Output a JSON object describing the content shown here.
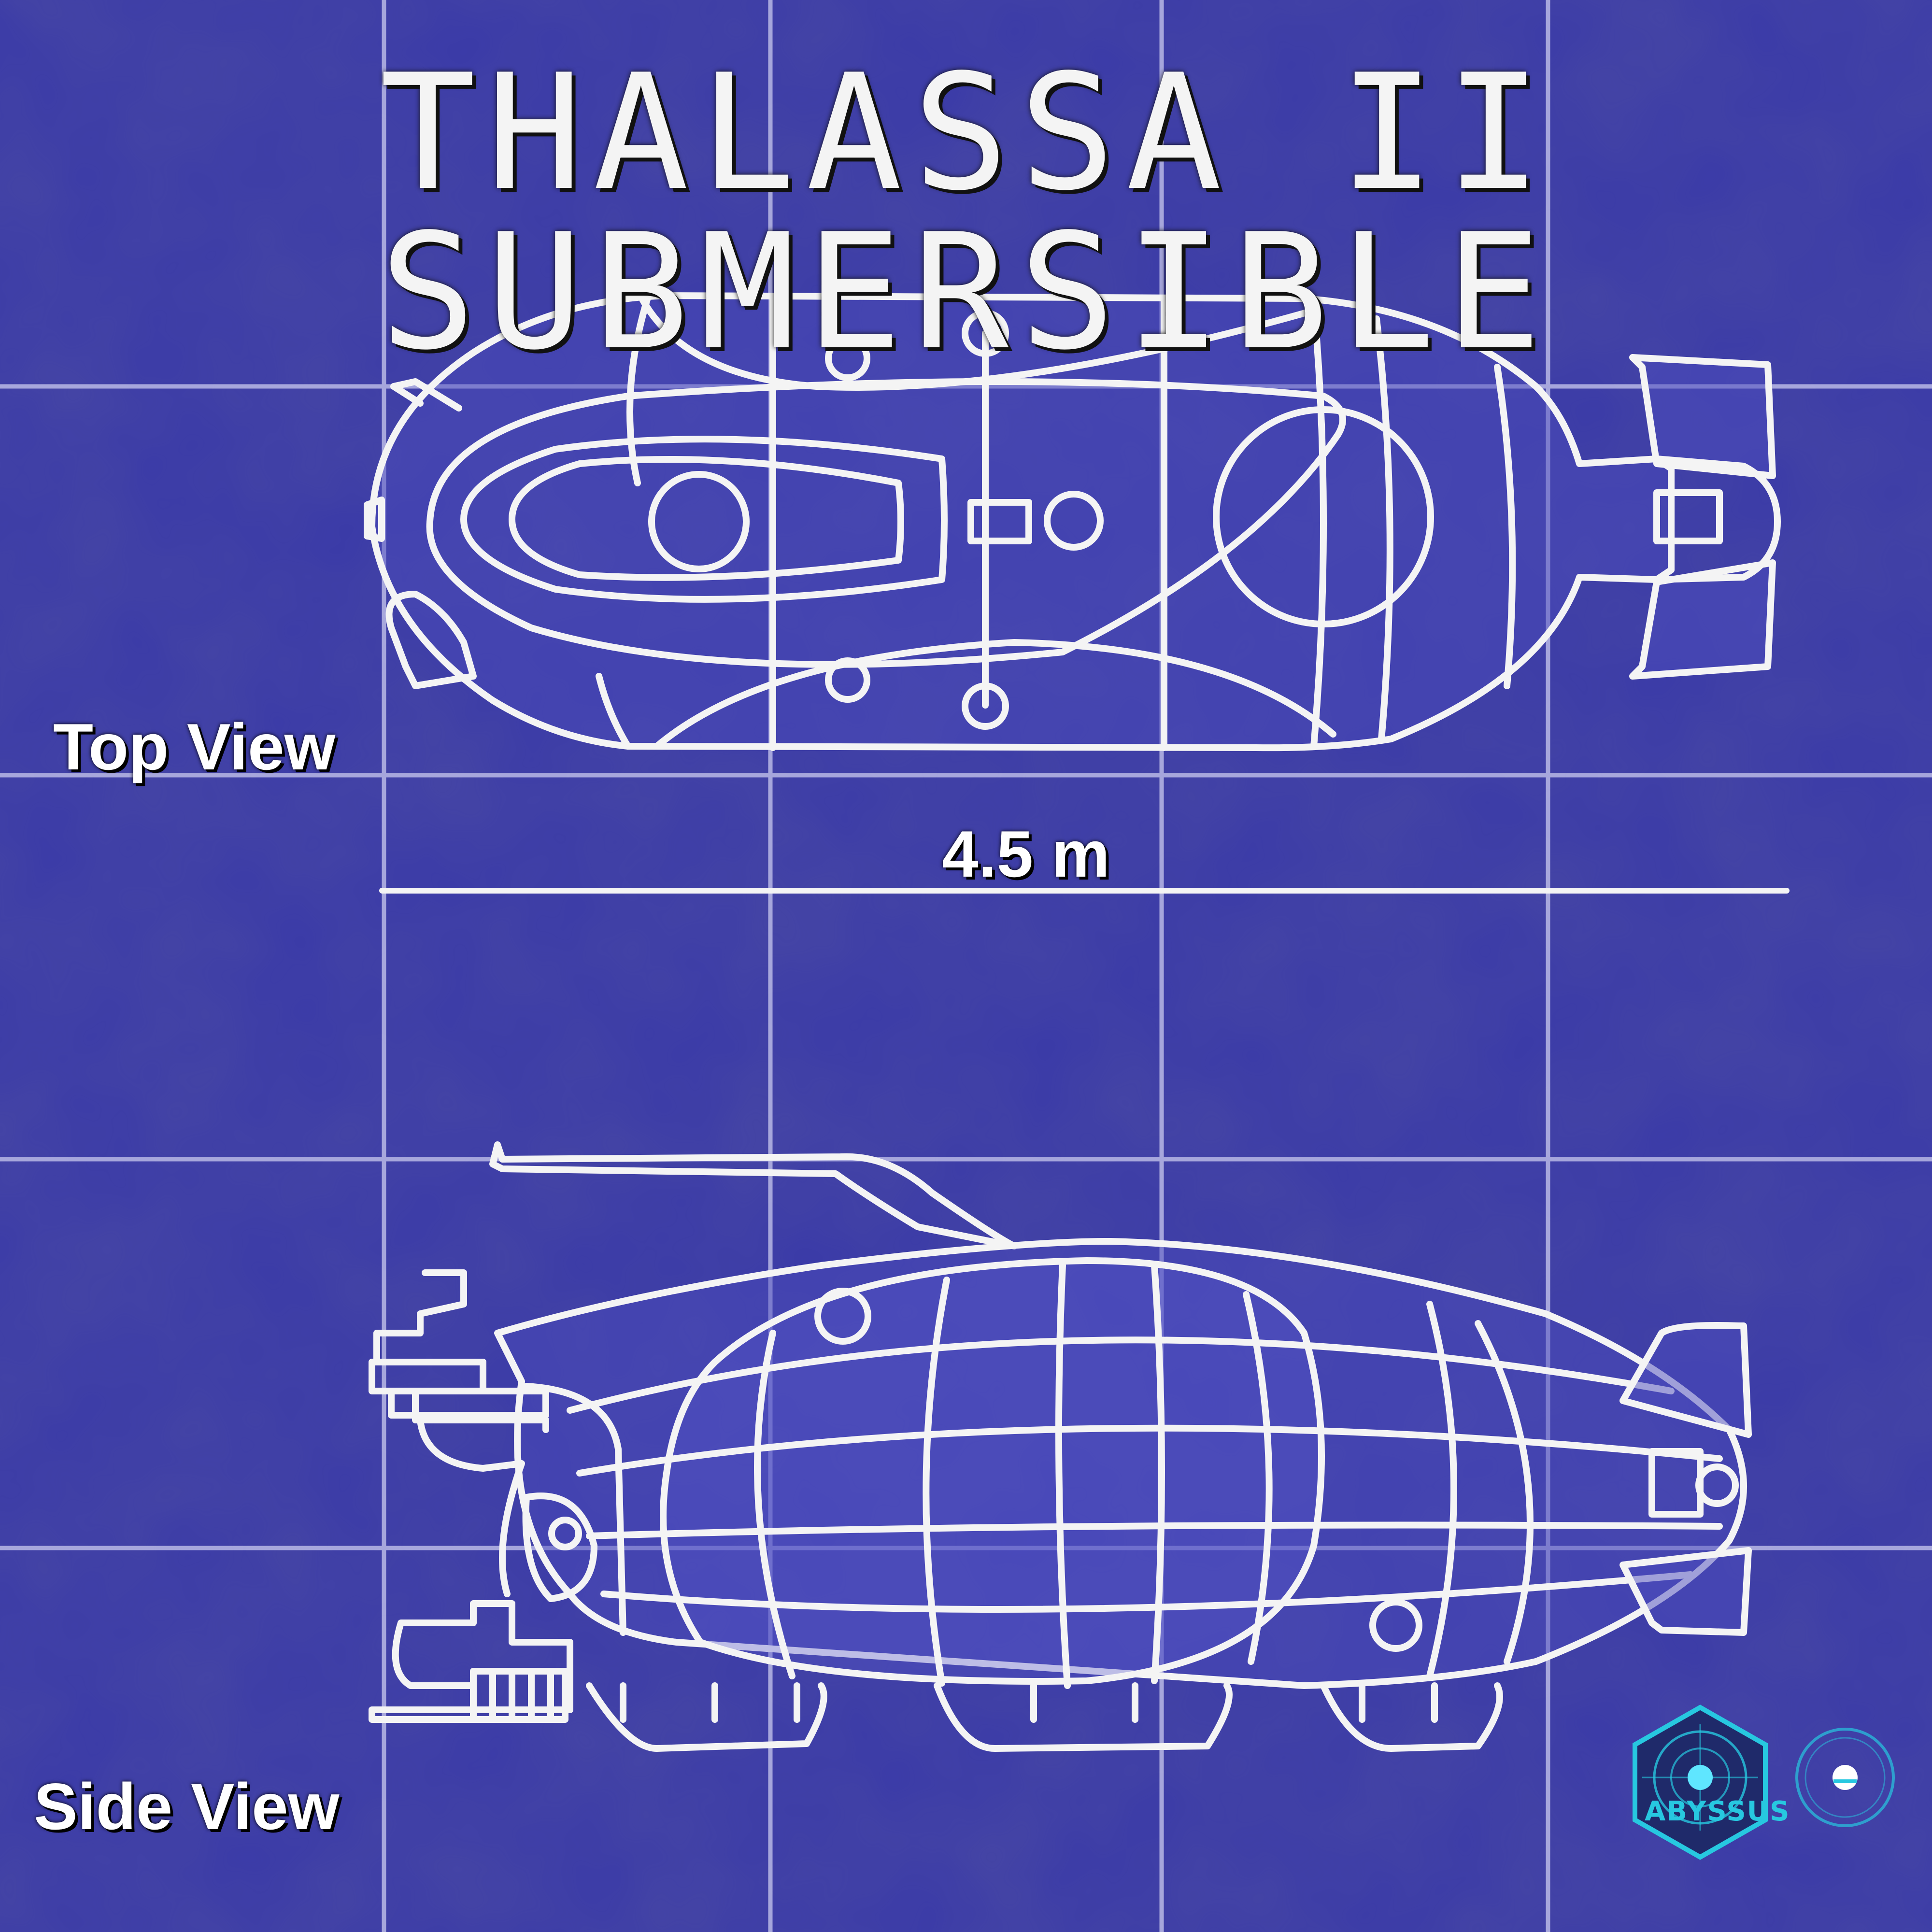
{
  "title": "THALASSA II SUBMERSIBLE",
  "views": {
    "top_label": "Top View",
    "side_label": "Side View"
  },
  "scale": {
    "label": "4.5 m"
  },
  "logo": {
    "text": "ABYSSUS",
    "icon": "abyssus-hex-logo",
    "secondary_icon": "circular-emblem-icon"
  },
  "colors": {
    "background": "#3a3aa8",
    "panel_highlight": "#4f4fc4",
    "grid": "#b9b9e6",
    "lines": "#f4f4f4",
    "logo_cyan": "#27c8e0"
  }
}
